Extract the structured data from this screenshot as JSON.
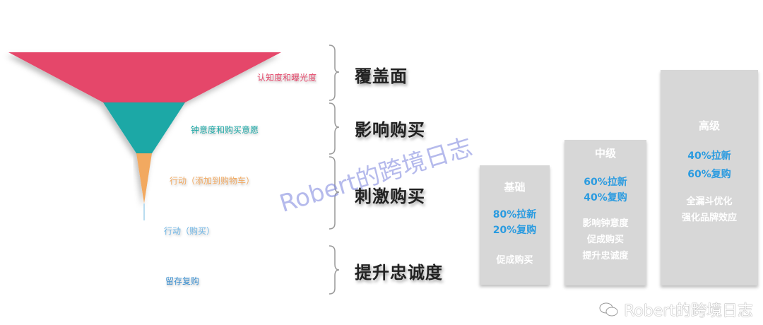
{
  "funnel": {
    "stages": [
      {
        "label": "认知度和曝光度",
        "color": "#e5476a"
      },
      {
        "label": "钟意度和购买意愿",
        "color": "#1aa8a6"
      },
      {
        "label": "行动（添加到购物车）",
        "color": "#f2a960"
      },
      {
        "label": "行动（购买）",
        "color": "#8cc8ec"
      },
      {
        "label": "留存复购",
        "color": "#3a8fd0"
      }
    ]
  },
  "phases": [
    {
      "label": "覆盖面"
    },
    {
      "label": "影响购买"
    },
    {
      "label": "刺激购买"
    },
    {
      "label": "提升忠诚度"
    }
  ],
  "tiers": [
    {
      "title": "基础",
      "ratio_new": "80%拉新",
      "ratio_repeat": "20%复购",
      "desc": [
        "促成购买"
      ]
    },
    {
      "title": "中级",
      "ratio_new": "60%拉新",
      "ratio_repeat": "40%复购",
      "desc": [
        "影响钟意度",
        "促成购买",
        "提升忠诚度"
      ]
    },
    {
      "title": "高级",
      "ratio_new": "40%拉新",
      "ratio_repeat": "60%复购",
      "desc": [
        "全漏斗优化",
        "强化品牌效应"
      ]
    }
  ],
  "watermark": "Robert的跨境日志",
  "footer": {
    "icon": "wechat-icon",
    "text": "Robert的跨境日志"
  },
  "colors": {
    "box": "#d7d7d7",
    "ratio_text": "#2a9be0"
  }
}
